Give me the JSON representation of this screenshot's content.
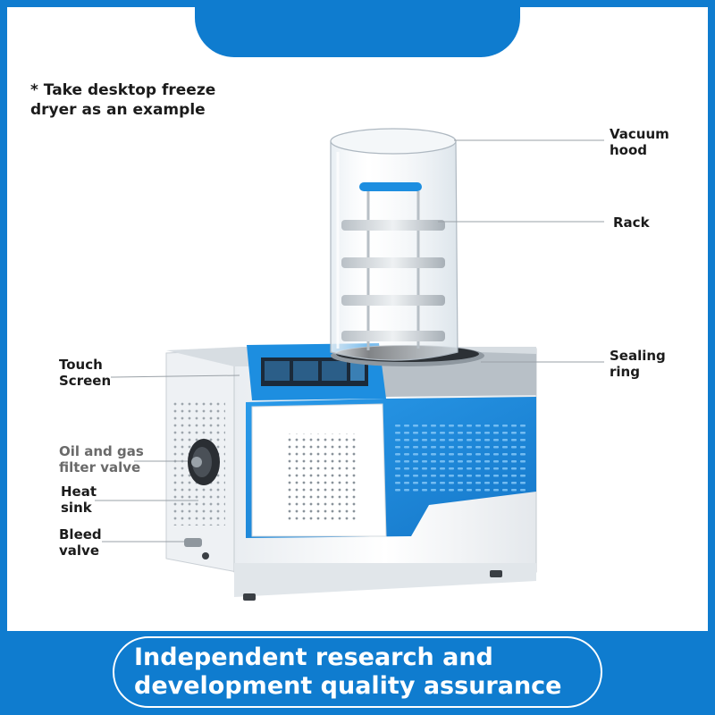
{
  "note": "* Take desktop freeze\ndryer as an example",
  "callouts": {
    "vacuum_hood": "Vacuum\nhood",
    "rack": "Rack",
    "sealing_ring": "Sealing\nring",
    "touch_screen": "Touch\nScreen",
    "oil_gas_filter": "Oil and gas\nfilter valve",
    "heat_sink": "Heat\nsink",
    "bleed_valve": "Bleed\nvalve"
  },
  "slogan": "Independent research and\ndevelopment quality assurance",
  "colors": {
    "brand_blue": "#0f7ccf",
    "panel_blue": "#1d8ee0",
    "body_white": "#f4f6f8"
  }
}
